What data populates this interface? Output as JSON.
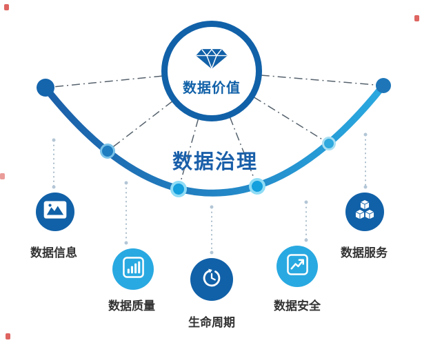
{
  "hub": {
    "label": "数据价值",
    "icon": "diamond-icon"
  },
  "center_title": "数据治理",
  "items": [
    {
      "label": "数据信息",
      "icon": "area-chart-icon",
      "tone": "dark"
    },
    {
      "label": "数据质量",
      "icon": "bar-chart-icon",
      "tone": "light"
    },
    {
      "label": "生命周期",
      "icon": "lifecycle-arrow-icon",
      "tone": "dark"
    },
    {
      "label": "数据安全",
      "icon": "trend-up-icon",
      "tone": "light"
    },
    {
      "label": "数据服务",
      "icon": "cubes-icon",
      "tone": "dark"
    }
  ],
  "colors": {
    "dark-blue": "#1161a8",
    "light-blue": "#29a9e1",
    "title-blue": "#1a5fa9",
    "label-dark": "#333333",
    "ray-gray": "#55616c",
    "dotted-gray": "#a9bccb",
    "arc-start": "#1b5fa8",
    "arc-end": "#2aa9e0"
  }
}
